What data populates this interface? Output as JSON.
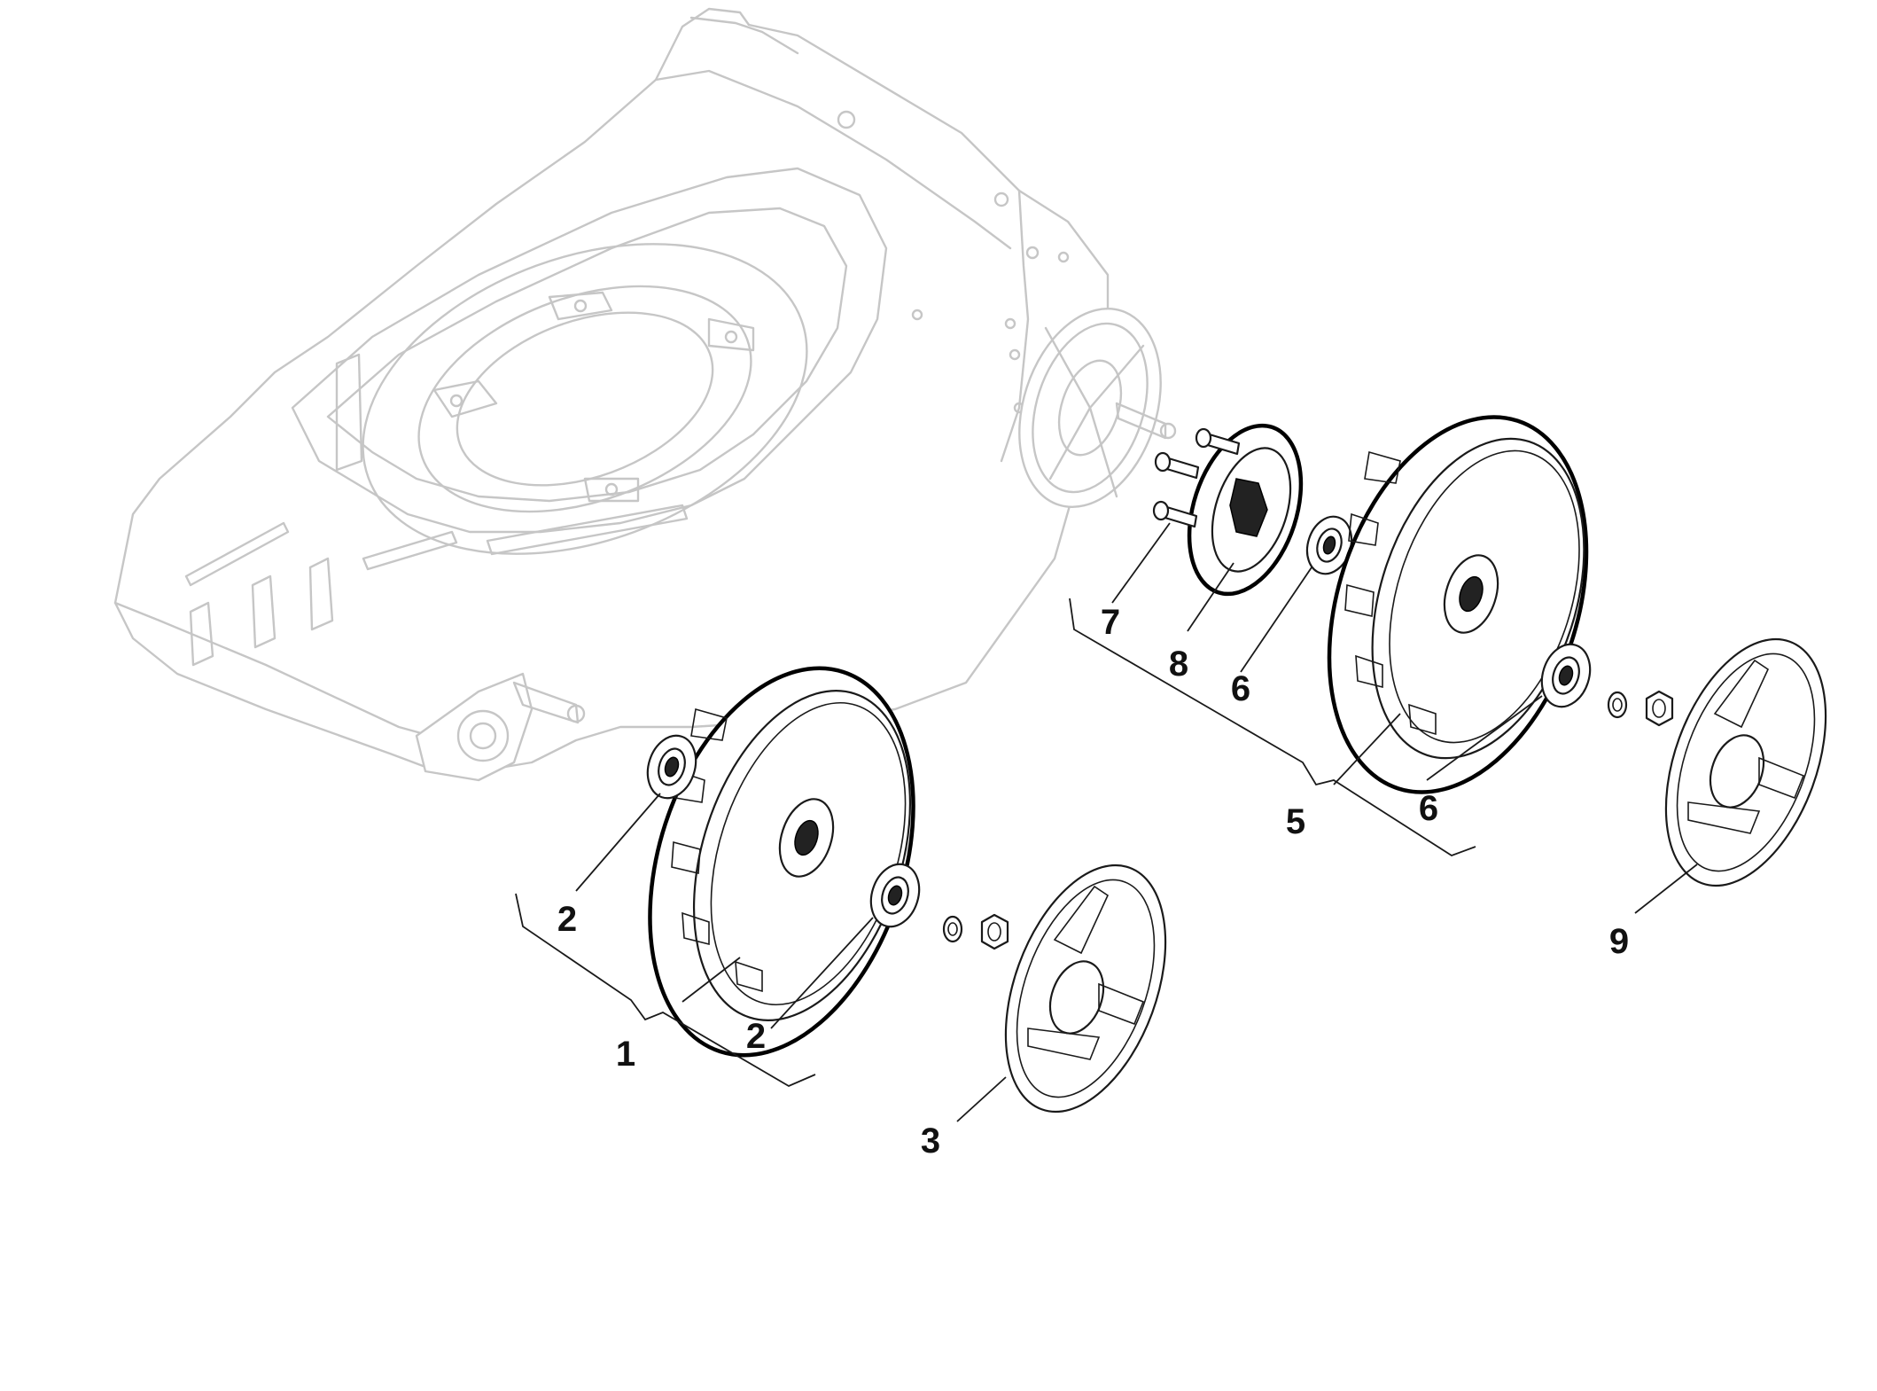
{
  "diagram": {
    "callouts": [
      {
        "id": "c1",
        "label": "1"
      },
      {
        "id": "c2a",
        "label": "2"
      },
      {
        "id": "c2b",
        "label": "2"
      },
      {
        "id": "c3",
        "label": "3"
      },
      {
        "id": "c5",
        "label": "5"
      },
      {
        "id": "c6a",
        "label": "6"
      },
      {
        "id": "c6b",
        "label": "6"
      },
      {
        "id": "c7",
        "label": "7"
      },
      {
        "id": "c8",
        "label": "8"
      },
      {
        "id": "c9",
        "label": "9"
      }
    ]
  }
}
